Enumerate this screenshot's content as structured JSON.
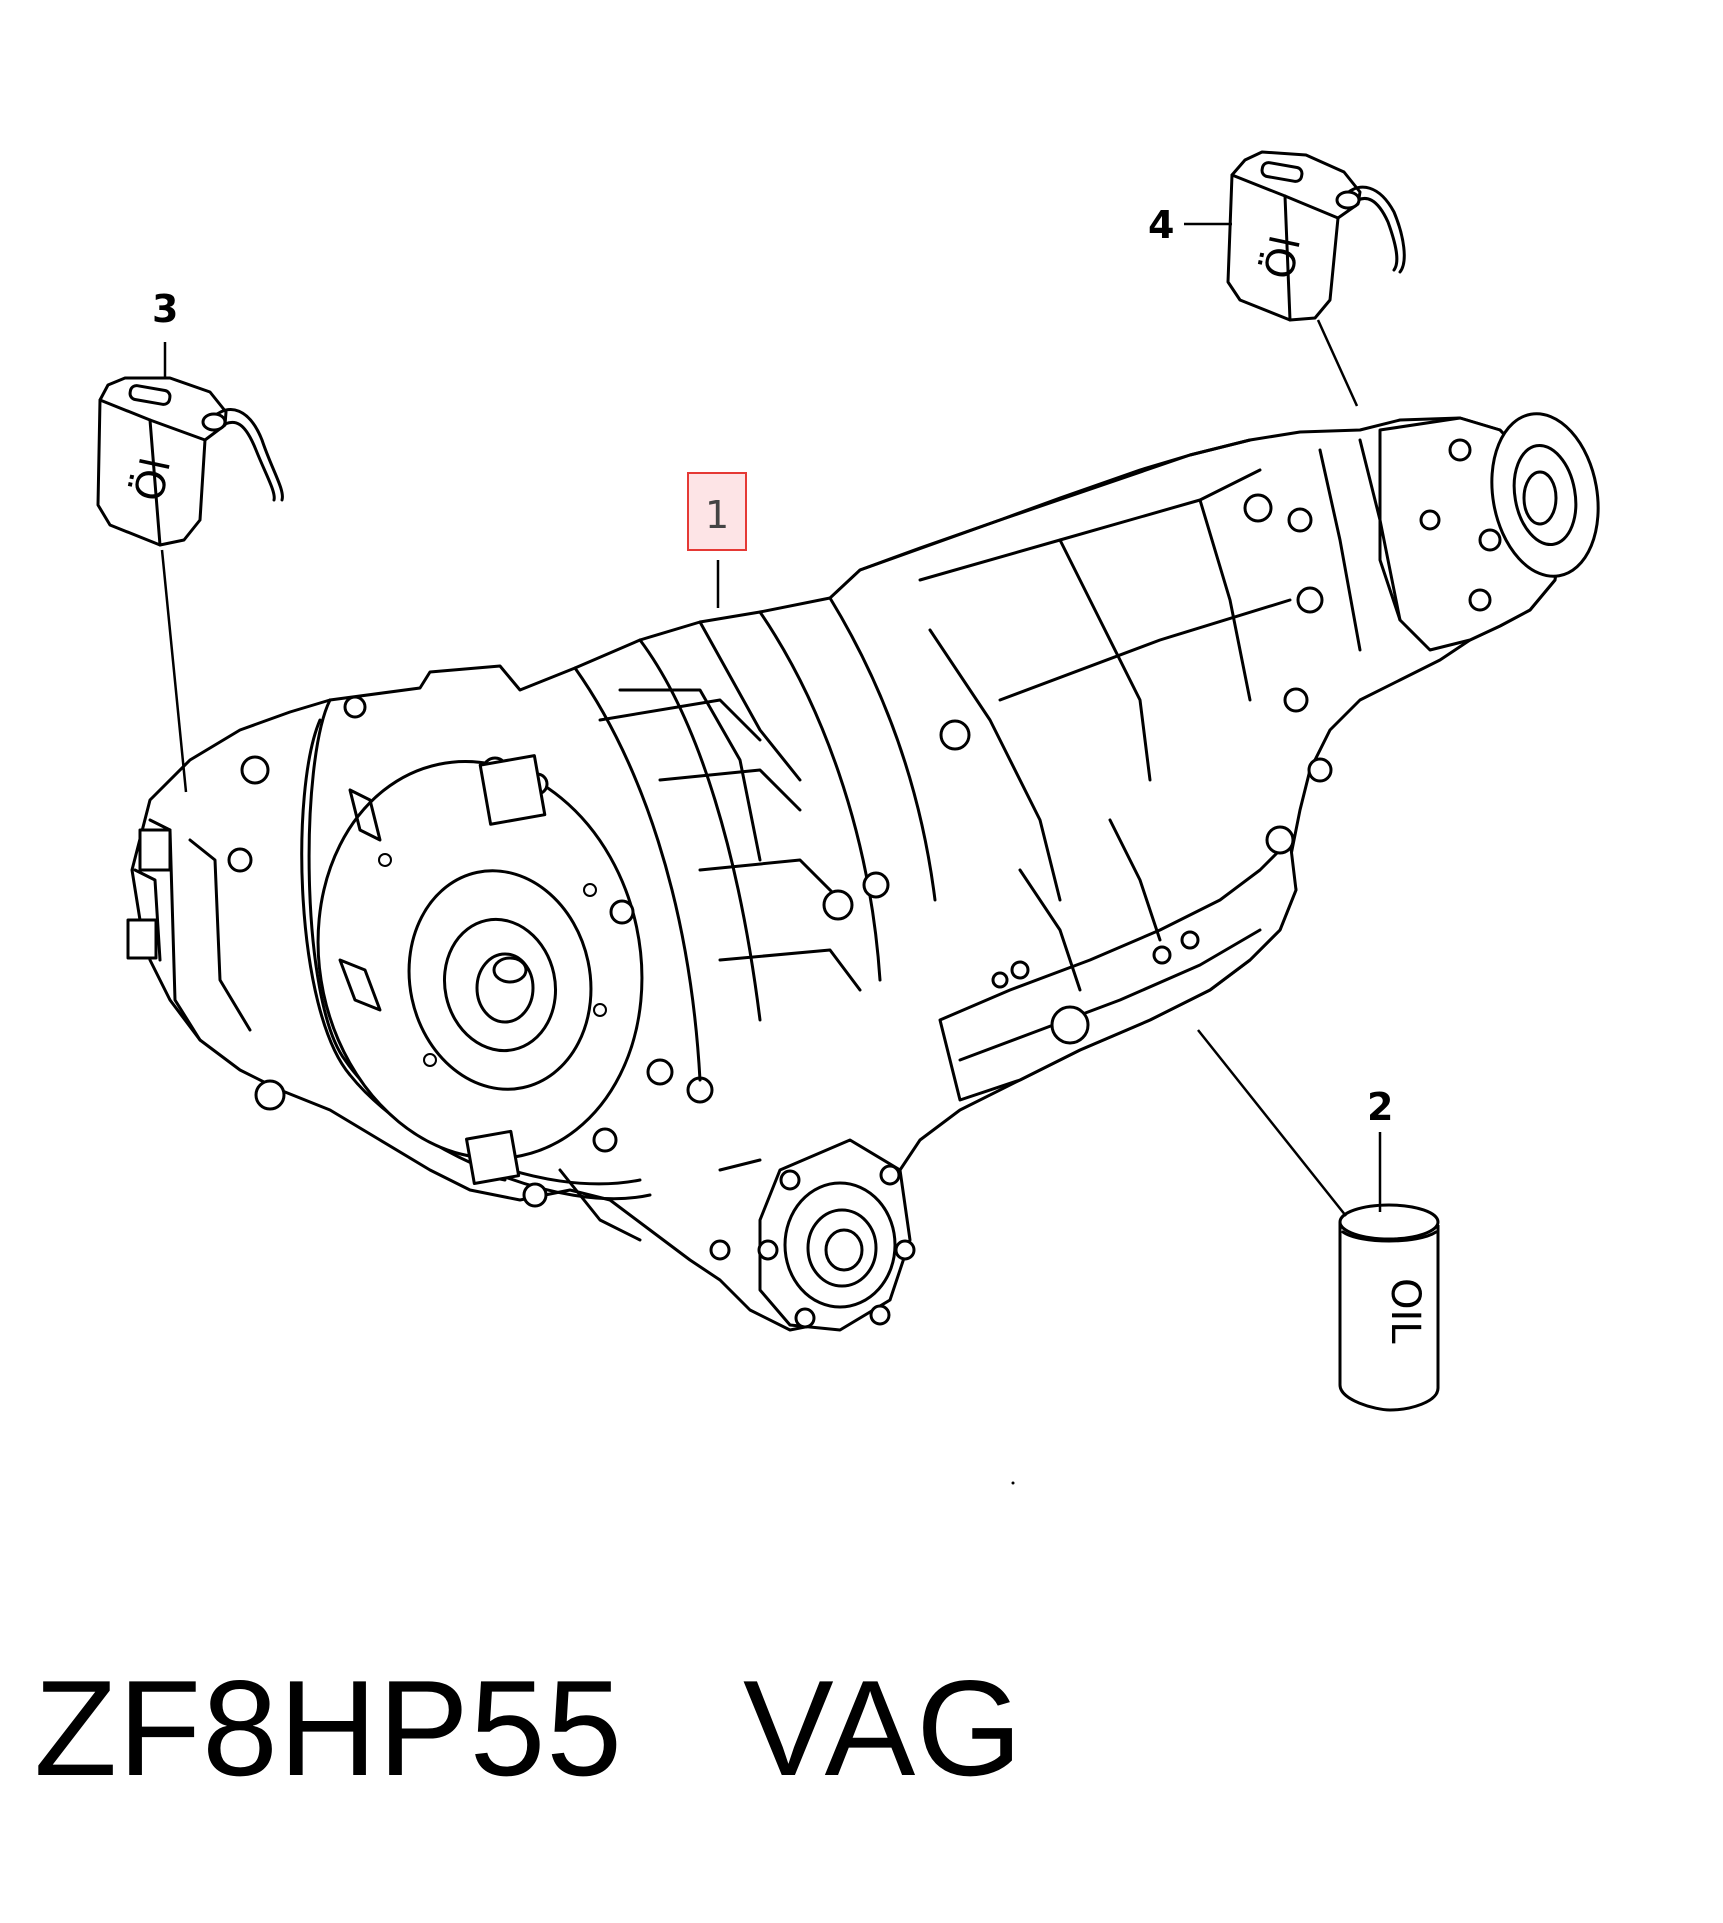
{
  "diagram": {
    "callouts": [
      {
        "number": "1",
        "part": "transmission",
        "highlighted": true
      },
      {
        "number": "2",
        "part": "oil-can"
      },
      {
        "number": "3",
        "part": "oil-jug-left"
      },
      {
        "number": "4",
        "part": "oil-jug-right"
      }
    ],
    "oil_label": "Öl",
    "can_label": "OIL",
    "highlight_color": "#e53935"
  },
  "caption": {
    "model": "ZF8HP55",
    "brand": "VAG"
  }
}
